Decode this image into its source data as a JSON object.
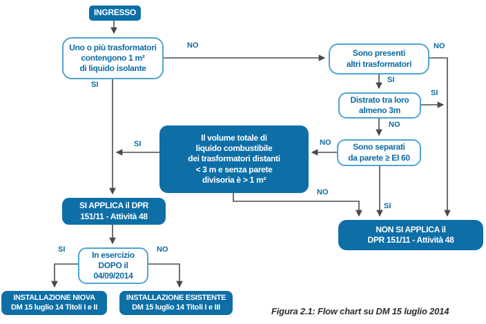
{
  "figure": {
    "caption": "Figura 2.1: Flow chart su DM 15 luglio 2014"
  },
  "flowchart": {
    "colors": {
      "node_fill": "#0e6fa7",
      "node_outline": "#4fa3d1",
      "node_text": "#0b6aa1",
      "connector": "#4a4a4a"
    },
    "nodes": {
      "ingresso": "INGRESSO",
      "liquido": "Uno o più trasformatori\ncontengono 1 m²\ndi liquido isolante",
      "altri": "Sono presenti\naltri trasformatori",
      "distanza": "Distrato tra loro\nalmeno 3m",
      "parete": "Sono separati\nda parete ≥ EI 60",
      "volume": "Il volume totale di\nliquido combustibile\ndei trasformatori distanti\n< 3 m e senza parete\ndivisoria è > 1 m²",
      "si_applica": "SI APPLICA il DPR\n151/11 - Attività 48",
      "esercizio": "In esercizio\nDOPO il\n04/09/2014",
      "nuova": "INSTALLAZIONE NIOVA\nDM 15 luglio 14 Titoli I e II",
      "esistente": "INSTALLAZIONE ESISTENTE\nDM 15 luglio 14 Titoli I e III",
      "non_si_applica": "NON SI APPLICA il\nDPR 151/11 - Attività 48"
    },
    "edge_labels": {
      "liquido_no": "NO",
      "liquido_si": "SI",
      "altri_no": "NO",
      "altri_si": "SI",
      "distanza_si": "SI",
      "distanza_no": "NO",
      "parete_no": "NO",
      "volume_si": "SI",
      "volume_no": "NO",
      "parete_si": "SI",
      "esercizio_si": "SI",
      "esercizio_no": "NO"
    }
  }
}
